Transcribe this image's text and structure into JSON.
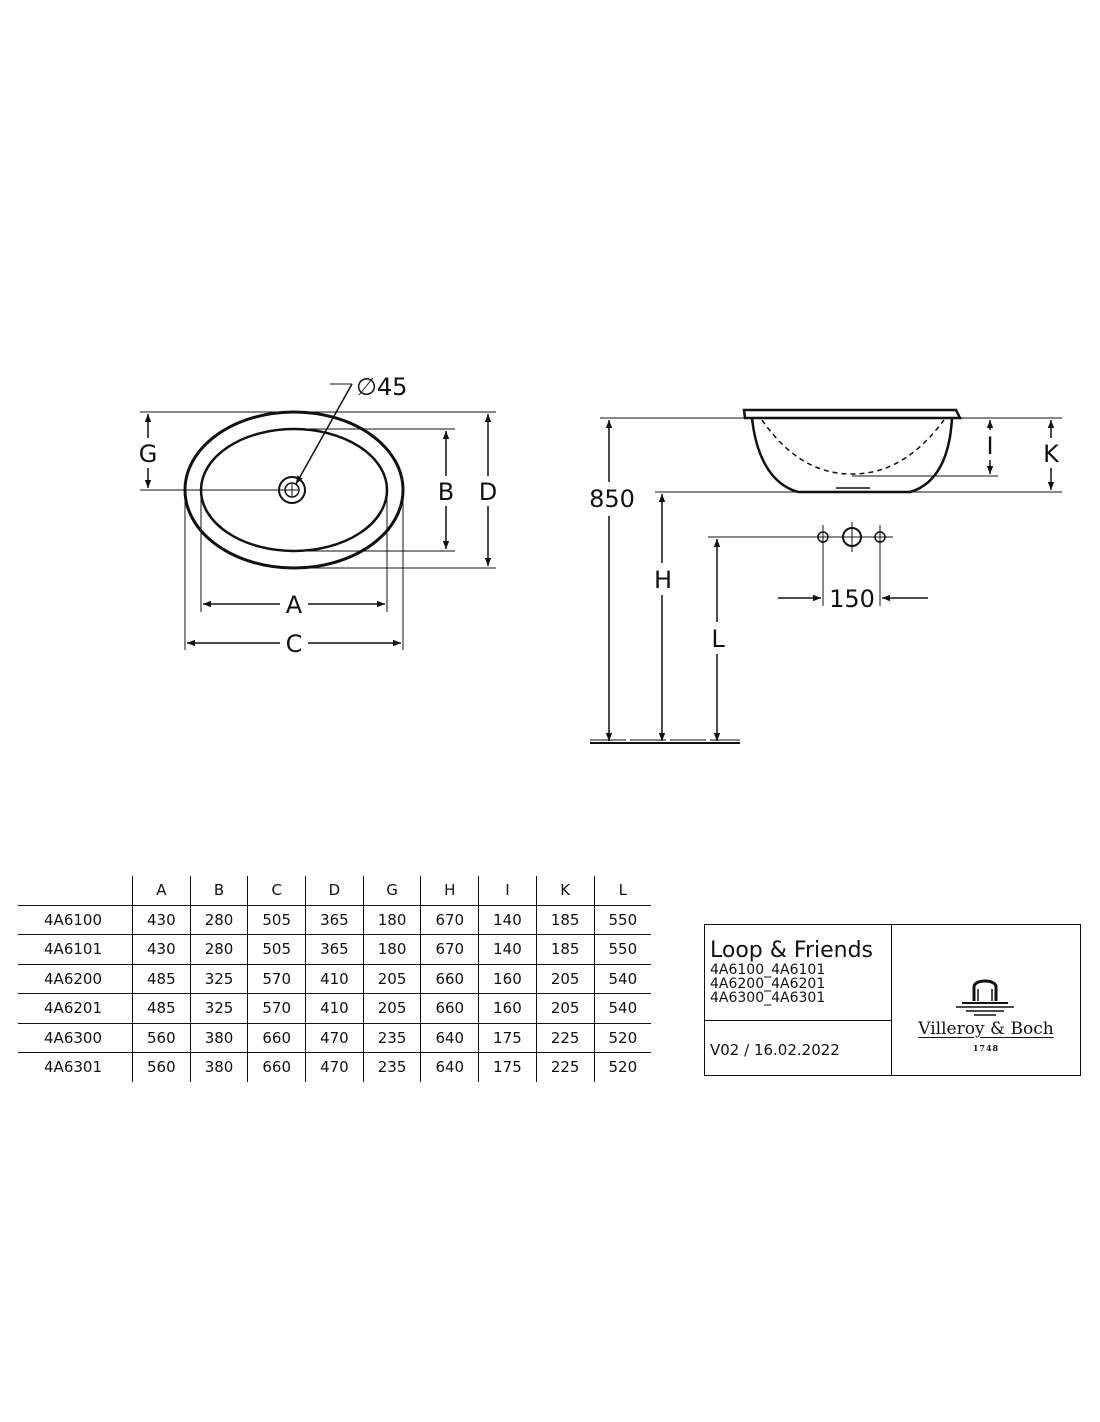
{
  "top_view": {
    "drain_label": "∅45",
    "dim_labels": {
      "A": "A",
      "B": "B",
      "C": "C",
      "D": "D",
      "G": "G"
    }
  },
  "side_view": {
    "height_label": "850",
    "spacing_label": "150",
    "dim_labels": {
      "H": "H",
      "I": "I",
      "K": "K",
      "L": "L"
    }
  },
  "table": {
    "columns": [
      "",
      "A",
      "B",
      "C",
      "D",
      "G",
      "H",
      "I",
      "K",
      "L"
    ],
    "rows": [
      [
        "4A6100",
        "430",
        "280",
        "505",
        "365",
        "180",
        "670",
        "140",
        "185",
        "550"
      ],
      [
        "4A6101",
        "430",
        "280",
        "505",
        "365",
        "180",
        "670",
        "140",
        "185",
        "550"
      ],
      [
        "4A6200",
        "485",
        "325",
        "570",
        "410",
        "205",
        "660",
        "160",
        "205",
        "540"
      ],
      [
        "4A6201",
        "485",
        "325",
        "570",
        "410",
        "205",
        "660",
        "160",
        "205",
        "540"
      ],
      [
        "4A6300",
        "560",
        "380",
        "660",
        "470",
        "235",
        "640",
        "175",
        "225",
        "520"
      ],
      [
        "4A6301",
        "560",
        "380",
        "660",
        "470",
        "235",
        "640",
        "175",
        "225",
        "520"
      ]
    ]
  },
  "title_block": {
    "product_name": "Loop & Friends",
    "articles": [
      "4A6100_4A6101",
      "4A6200_4A6201",
      "4A6300_4A6301"
    ],
    "version": "V02 / 16.02.2022",
    "brand": "Villeroy & Boch",
    "brand_year": "1748"
  }
}
